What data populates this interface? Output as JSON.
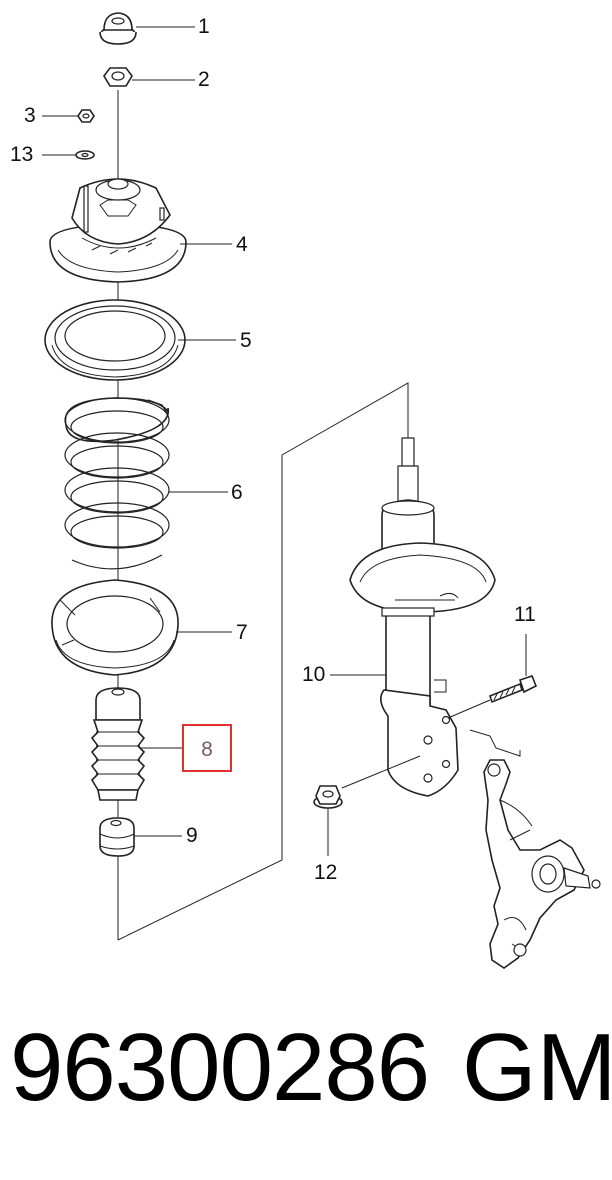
{
  "callouts": {
    "c1": "1",
    "c2": "2",
    "c3": "3",
    "c13": "13",
    "c4": "4",
    "c5": "5",
    "c6": "6",
    "c7": "7",
    "c8": "8",
    "c9": "9",
    "c10": "10",
    "c11": "11",
    "c12": "12"
  },
  "footer": {
    "part_number": "96300286",
    "brand": "GM"
  },
  "colors": {
    "highlight_border": "#e0312f",
    "line": "#222222"
  }
}
